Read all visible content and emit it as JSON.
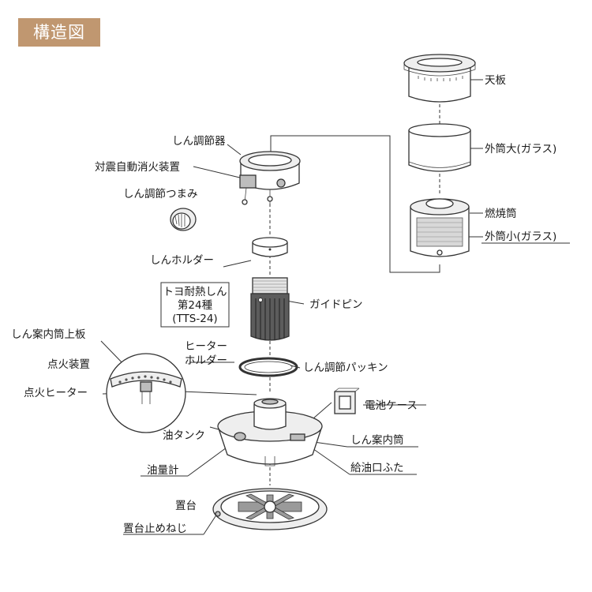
{
  "title": "構造図",
  "labels": {
    "tenban": "天板",
    "gaito_dai": "外筒大(ガラス)",
    "nensho_to": "燃焼筒",
    "gaito_sho": "外筒小(ガラス)",
    "shin_choseki": "しん調節器",
    "taishin": "対震自動消火装置",
    "tsumami": "しん調節つまみ",
    "holder": "しんホルダー",
    "guide_pin": "ガイドピン",
    "heater_holder_1": "ヒーター",
    "heater_holder_2": "ホルダー",
    "packing": "しん調節パッキン",
    "jobu_ita": "しん案内筒上板",
    "tenka_sochi": "点火装置",
    "tenka_heater": "点火ヒーター",
    "denchi": "電池ケース",
    "annai_to": "しん案内筒",
    "tank": "油タンク",
    "ryoukei": "油量計",
    "kyuyu": "給油口ふた",
    "okidai": "置台",
    "okidai_neji": "置台止めねじ"
  },
  "wick_box": {
    "line1": "トヨ耐熱しん",
    "line2": "第24種",
    "line3": "(TTS-24)"
  },
  "colors": {
    "badge": "#c09770",
    "line": "#333333"
  }
}
